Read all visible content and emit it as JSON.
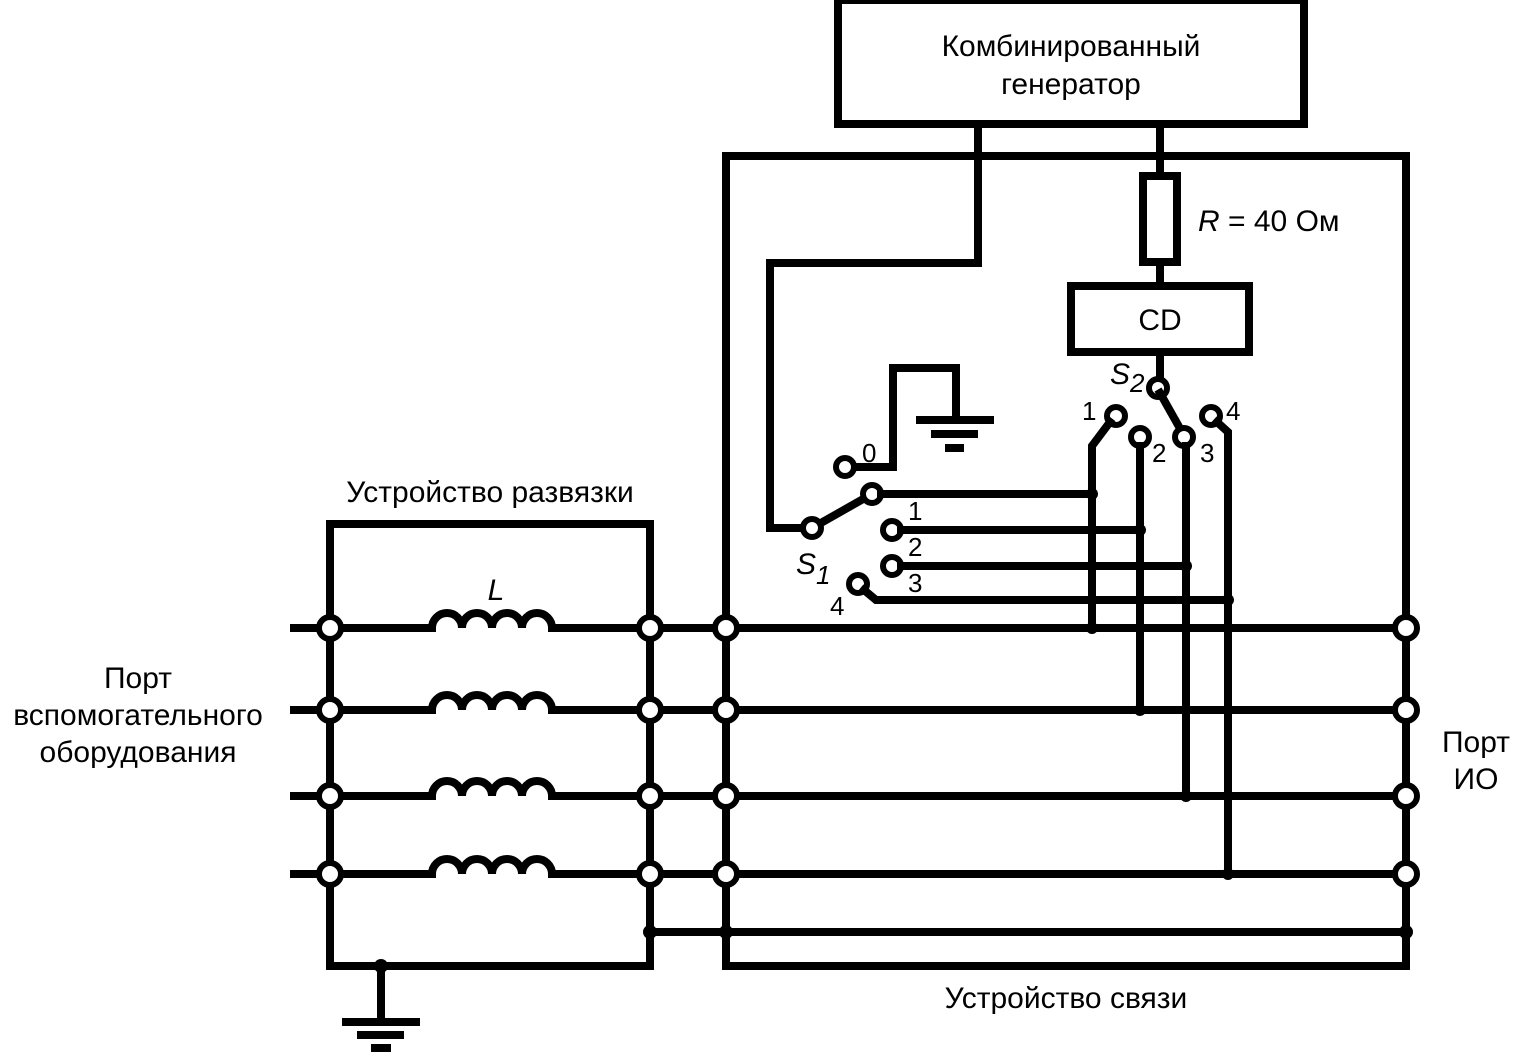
{
  "generator": {
    "line1": "Комбинированный",
    "line2": "генератор"
  },
  "resistor": {
    "symbol": "R",
    "value": " = 40 Ом"
  },
  "cd_block": {
    "label": "CD"
  },
  "switch_s1": {
    "name": "S",
    "subscript": "1",
    "positions": [
      "0",
      "1",
      "2",
      "3",
      "4"
    ]
  },
  "switch_s2": {
    "name": "S",
    "subscript": "2",
    "positions": [
      "1",
      "2",
      "3",
      "4"
    ]
  },
  "decoupling": {
    "title": "Устройство развязки",
    "inductor": "L"
  },
  "coupling": {
    "title": "Устройство связи"
  },
  "aux_port": {
    "line1": "Порт",
    "line2": "вспомогательного",
    "line3": "оборудования"
  },
  "eut_port": {
    "line1": "Порт",
    "line2": "ИО"
  }
}
